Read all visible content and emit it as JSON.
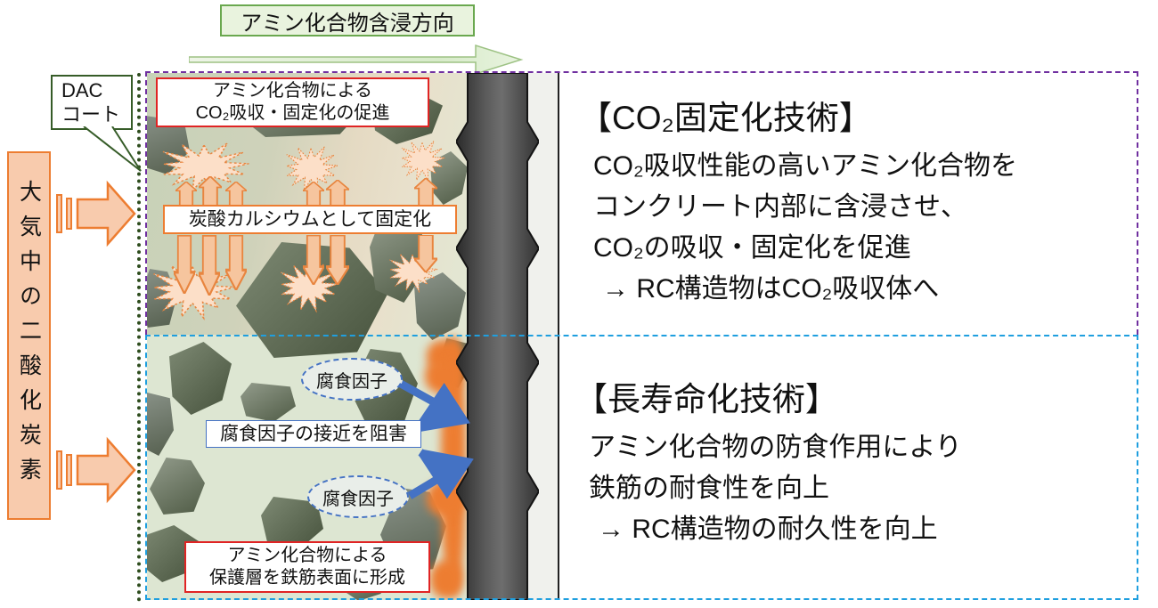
{
  "header": {
    "impregnation_direction_label": "アミン化合物含浸方向"
  },
  "dac_callout": {
    "line1": "DAC",
    "line2": "コート"
  },
  "left_banner": {
    "text": "大気中の二酸化炭素"
  },
  "diagram": {
    "promote_box": {
      "line1": "アミン化合物による",
      "line2": "CO₂吸収・固定化の促進"
    },
    "fixation_box": {
      "text": "炭酸カルシウムとして固定化"
    },
    "corrosion_factor_label": "腐食因子",
    "block_box": {
      "text": "腐食因子の接近を阻害"
    },
    "protect_box": {
      "line1": "アミン化合物による",
      "line2": "保護層を鉄筋表面に形成"
    }
  },
  "right_panels": {
    "co2_fixation": {
      "title": "【CO₂固定化技術】",
      "lines": [
        "CO₂吸収性能の高いアミン化合物を",
        "コンクリート内部に含浸させ、",
        "CO₂の吸収・固定化を促進",
        "→ RC構造物はCO₂吸収体へ"
      ]
    },
    "longevity": {
      "title": "【長寿命化技術】",
      "lines": [
        "アミン化合物の防食作用により",
        "鉄筋の耐食性を向上",
        "→ RC構造物の耐久性を向上"
      ]
    }
  },
  "colors": {
    "orange_accent": "#ED7D31",
    "orange_fill": "#F8CBAD",
    "green_accent": "#6AA84F",
    "dark_green": "#365C28",
    "purple_dashed": "#7030A0",
    "blue_dashed": "#1F9FDF",
    "blue_arrow": "#4472C4",
    "red_box_border": "#E02424",
    "concrete_green": "#DDE6D2",
    "rebar_gray": "#3A3A3A"
  }
}
